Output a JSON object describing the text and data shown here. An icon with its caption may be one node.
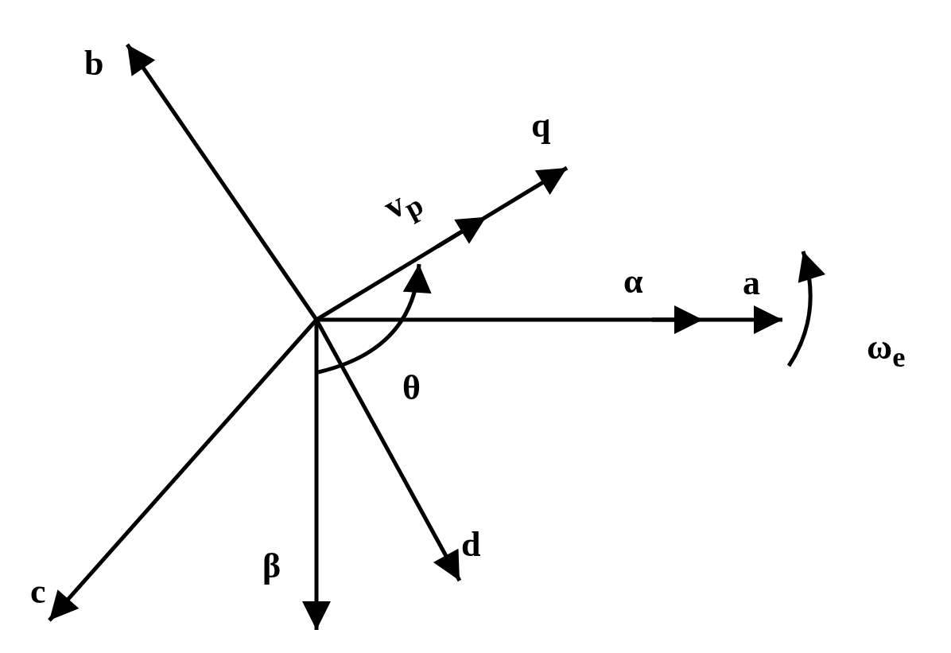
{
  "diagram": {
    "labels": [
      "b",
      "q",
      "v$_{p}$",
      "α",
      "a",
      "ω$_{e}$",
      "θ",
      "d",
      "β",
      "c"
    ]
  }
}
